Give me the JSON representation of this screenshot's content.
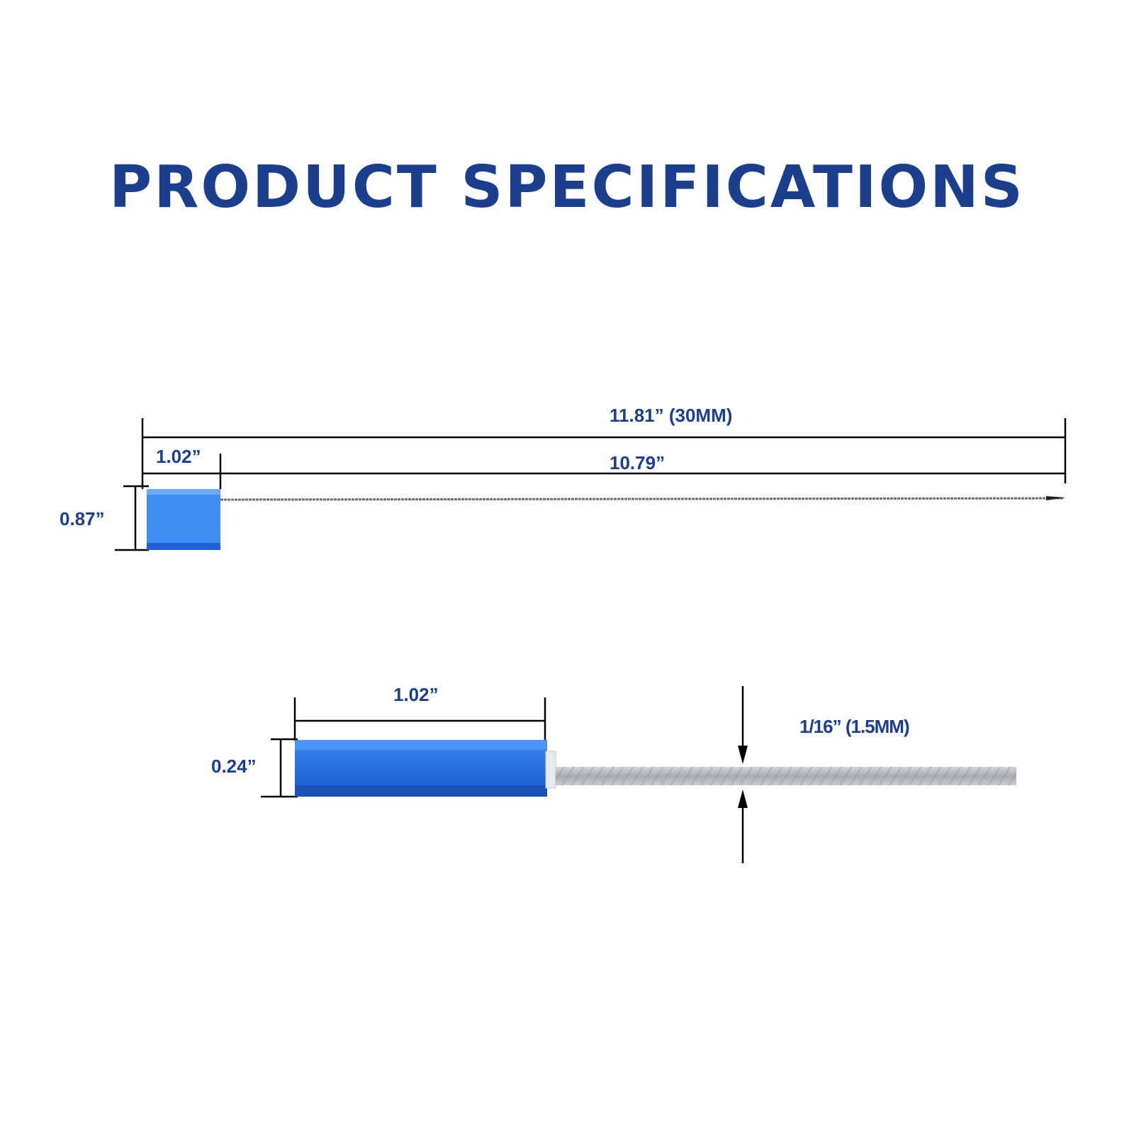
{
  "title": "PRODUCT SPECIFICATIONS",
  "top_view": {
    "overall_length": "11.81” (30MM)",
    "head_length": "1.02”",
    "cable_length": "10.79”",
    "head_height": "0.87”"
  },
  "detail_view": {
    "head_length": "1.02”",
    "head_height": "0.24”",
    "cable_diameter": "1/16” (1.5MM)"
  },
  "colors": {
    "title": "#1b3f8c",
    "label": "#1b3f8c",
    "seal_head": "#2f78e6",
    "seal_head_dark": "#1d5fd0",
    "cable": "#b8bcc0",
    "dimension_line": "#000000"
  }
}
